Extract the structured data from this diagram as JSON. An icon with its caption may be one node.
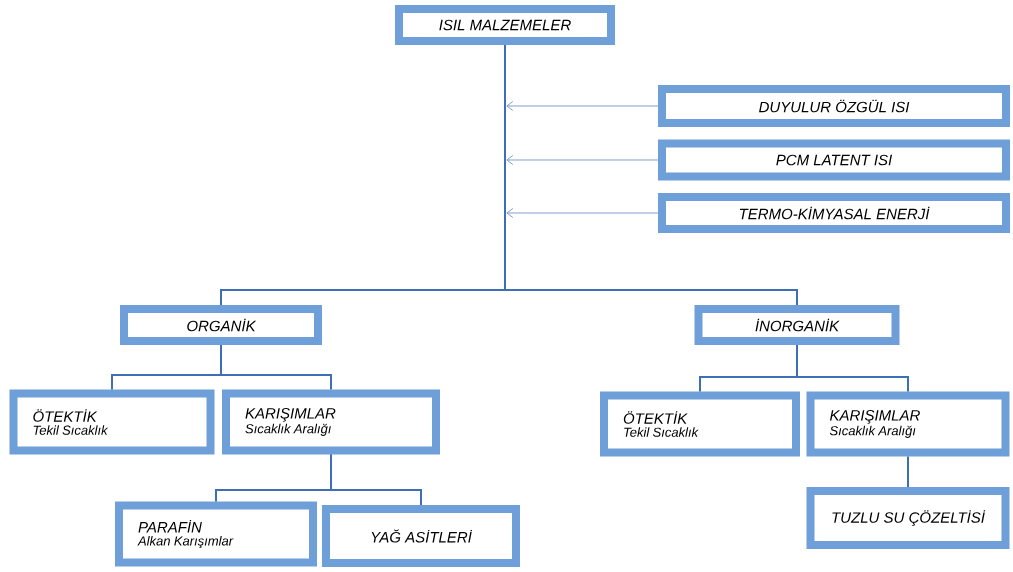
{
  "diagram": {
    "nodes": [
      {
        "text": [
          "ISIL MALZEMELER"
        ]
      },
      {
        "text": [
          "DUYULUR ÖZGÜL ISI"
        ]
      },
      {
        "text": [
          "PCM LATENT ISI"
        ]
      },
      {
        "text": [
          "TERMO-KİMYASAL ENERJİ"
        ]
      },
      {
        "text": [
          "ORGANİK"
        ]
      },
      {
        "text": [
          "İNORGANİK"
        ]
      },
      {
        "text": [
          "ÖTEKTİK",
          "Tekil Sıcaklık"
        ]
      },
      {
        "text": [
          "KARIŞIMLAR",
          "Sıcaklık Aralığı"
        ]
      },
      {
        "text": [
          "ÖTEKTİK",
          "Tekil Sıcaklık"
        ]
      },
      {
        "text": [
          "KARIŞIMLAR",
          "Sıcaklık Aralığı"
        ]
      },
      {
        "text": [
          "PARAFİN",
          "Alkan Karışımlar"
        ]
      },
      {
        "text": [
          "YAĞ ASİTLERİ"
        ]
      },
      {
        "text": [
          "TUZLU SU ÇÖZELTİSİ"
        ]
      }
    ],
    "edges": [
      {
        "from": 1,
        "to": null,
        "arrow": "to"
      },
      {
        "from": 2,
        "to": null,
        "arrow": "to"
      },
      {
        "from": 3,
        "to": null,
        "arrow": "to"
      },
      {
        "from": 0,
        "to": 4,
        "arrow": "none"
      },
      {
        "from": 0,
        "to": 5,
        "arrow": "none"
      },
      {
        "from": 4,
        "to": 6,
        "arrow": "none"
      },
      {
        "from": 4,
        "to": 7,
        "arrow": "none"
      },
      {
        "from": 7,
        "to": 10,
        "arrow": "none"
      },
      {
        "from": 7,
        "to": 11,
        "arrow": "none"
      },
      {
        "from": 5,
        "to": 8,
        "arrow": "none"
      },
      {
        "from": 5,
        "to": 9,
        "arrow": "none"
      },
      {
        "from": 9,
        "to": 12,
        "arrow": "none"
      }
    ]
  }
}
